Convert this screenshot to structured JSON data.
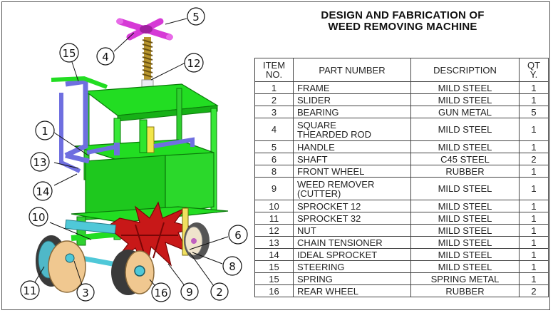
{
  "title": {
    "line1": "DESIGN AND FABRICATION OF",
    "line2": "WEED REMOVING MACHINE"
  },
  "table": {
    "headers": {
      "item_line1": "ITEM",
      "item_line2": "NO.",
      "part": "PART NUMBER",
      "desc": "DESCRIPTION",
      "qty_line1": "QT",
      "qty_line2": "Y."
    },
    "rows": [
      {
        "item": "1",
        "part": "FRAME",
        "desc": "MILD STEEL",
        "qty": "1"
      },
      {
        "item": "2",
        "part": "SLIDER",
        "desc": "MILD STEEL",
        "qty": "1"
      },
      {
        "item": "3",
        "part": "BEARING",
        "desc": "GUN METAL",
        "qty": "5"
      },
      {
        "item": "4",
        "part_line1": "SQUARE",
        "part_line2": "THEARDED ROD",
        "desc": "MILD STEEL",
        "qty": "1"
      },
      {
        "item": "5",
        "part": "HANDLE",
        "desc": "MILD STEEL",
        "qty": "1"
      },
      {
        "item": "6",
        "part": "SHAFT",
        "desc": "C45 STEEL",
        "qty": "2"
      },
      {
        "item": "8",
        "part": "FRONT WHEEL",
        "desc": "RUBBER",
        "qty": "1"
      },
      {
        "item": "9",
        "part_line1": "WEED REMOVER",
        "part_line2": "(CUTTER)",
        "desc": "MILD STEEL",
        "qty": "1"
      },
      {
        "item": "10",
        "part": "SPROCKET 12",
        "desc": "MILD STEEL",
        "qty": "1"
      },
      {
        "item": "11",
        "part": "SPROCKET 32",
        "desc": "MILD STEEL",
        "qty": "1"
      },
      {
        "item": "12",
        "part": "NUT",
        "desc": "MILD STEEL",
        "qty": "1"
      },
      {
        "item": "13",
        "part": "CHAIN TENSIONER",
        "desc": "MILD STEEL",
        "qty": "1"
      },
      {
        "item": "14",
        "part": "IDEAL SPROCKET",
        "desc": "MILD STEEL",
        "qty": "1"
      },
      {
        "item": "15",
        "part": "STEERING",
        "desc": "MILD STEEL",
        "qty": "1"
      },
      {
        "item": "15",
        "part": "SPRING",
        "desc": "SPRING METAL",
        "qty": "1"
      },
      {
        "item": "16",
        "part": "REAR WHEEL",
        "desc": "RUBBER",
        "qty": "2"
      }
    ]
  },
  "callouts": [
    "5",
    "4",
    "15",
    "12",
    "1",
    "13",
    "14",
    "10",
    "6",
    "8",
    "11",
    "3",
    "16",
    "9",
    "2"
  ],
  "colors": {
    "frame_green": "#22dd22",
    "steering_blue": "#6f6fe0",
    "handle_magenta": "#d63ad6",
    "spring_gold": "#b8962e",
    "cutter_red": "#c81818",
    "wheel_tan": "#f0c890",
    "tire_dark": "#444444",
    "shaft_cyan": "#4fc8d8"
  }
}
